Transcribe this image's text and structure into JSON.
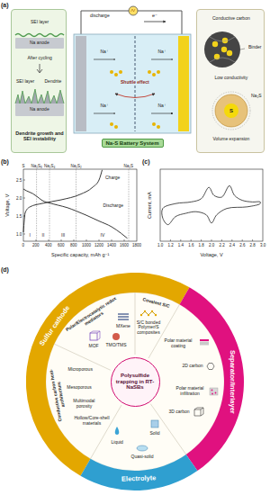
{
  "diagram": {
    "nodes": [
      {
        "text": [
          "SEI layer",
          "Na anode",
          "After cycling",
          "SEI layer",
          "Dendrite",
          "Na anode",
          "Dendrite growth and SEI instability"
        ]
      },
      {
        "text": [
          "Na-S Battery System"
        ]
      },
      {
        "text": [
          "Conductive carbon",
          "Binder",
          "Low conductivity",
          "S",
          "Na₂S",
          "Volume expansion"
        ]
      },
      {
        "text": [
          "Sulfur cathode"
        ]
      },
      {
        "text": [
          "Separator/Interlayer"
        ]
      },
      {
        "text": [
          "Electrolyte"
        ]
      },
      {
        "text": [
          "Polysulfide trapping in RT-NaSBs"
        ]
      }
    ],
    "labels": [
      "(a)",
      "discharge",
      "e⁻",
      "Na⁺",
      "Na⁺",
      "Na⁺",
      "Na⁺",
      "Shuttle effect",
      "(b)",
      "Voltage, V",
      "2.5",
      "2.0",
      "1.5",
      "1.0",
      "0",
      "200",
      "400",
      "600",
      "800",
      "1000",
      "1200",
      "1400",
      "1600",
      "1800",
      "Specific capacity, mAh g⁻¹",
      "Charge",
      "Discharge",
      "I",
      "II",
      "III",
      "IV",
      "S",
      "Na₂S₈",
      "Na₂S₄",
      "Na₂S₂",
      "Na₂S",
      "(c)",
      "Current, mA",
      "1.0",
      "1.2",
      "1.4",
      "1.6",
      "1.8",
      "2.0",
      "2.2",
      "2.4",
      "2.6",
      "2.8",
      "3.0",
      "Voltage, V",
      "(d)",
      "Polar/Electrocatalytic redox mediators",
      "Covalent S/C",
      "MXene",
      "MOF",
      "TMO/TMS",
      "S/C bonded Polymer/S composites",
      "Conductive carbon host-architecture",
      "Microporous",
      "Mesoporous",
      "Multimodal porosity",
      "Hollow/Core-shell materials",
      "Polar material coating",
      "2D carbon",
      "Polar material infiltration",
      "3D carbon",
      "Solid",
      "Liquid",
      "Quasi-solid"
    ]
  }
}
